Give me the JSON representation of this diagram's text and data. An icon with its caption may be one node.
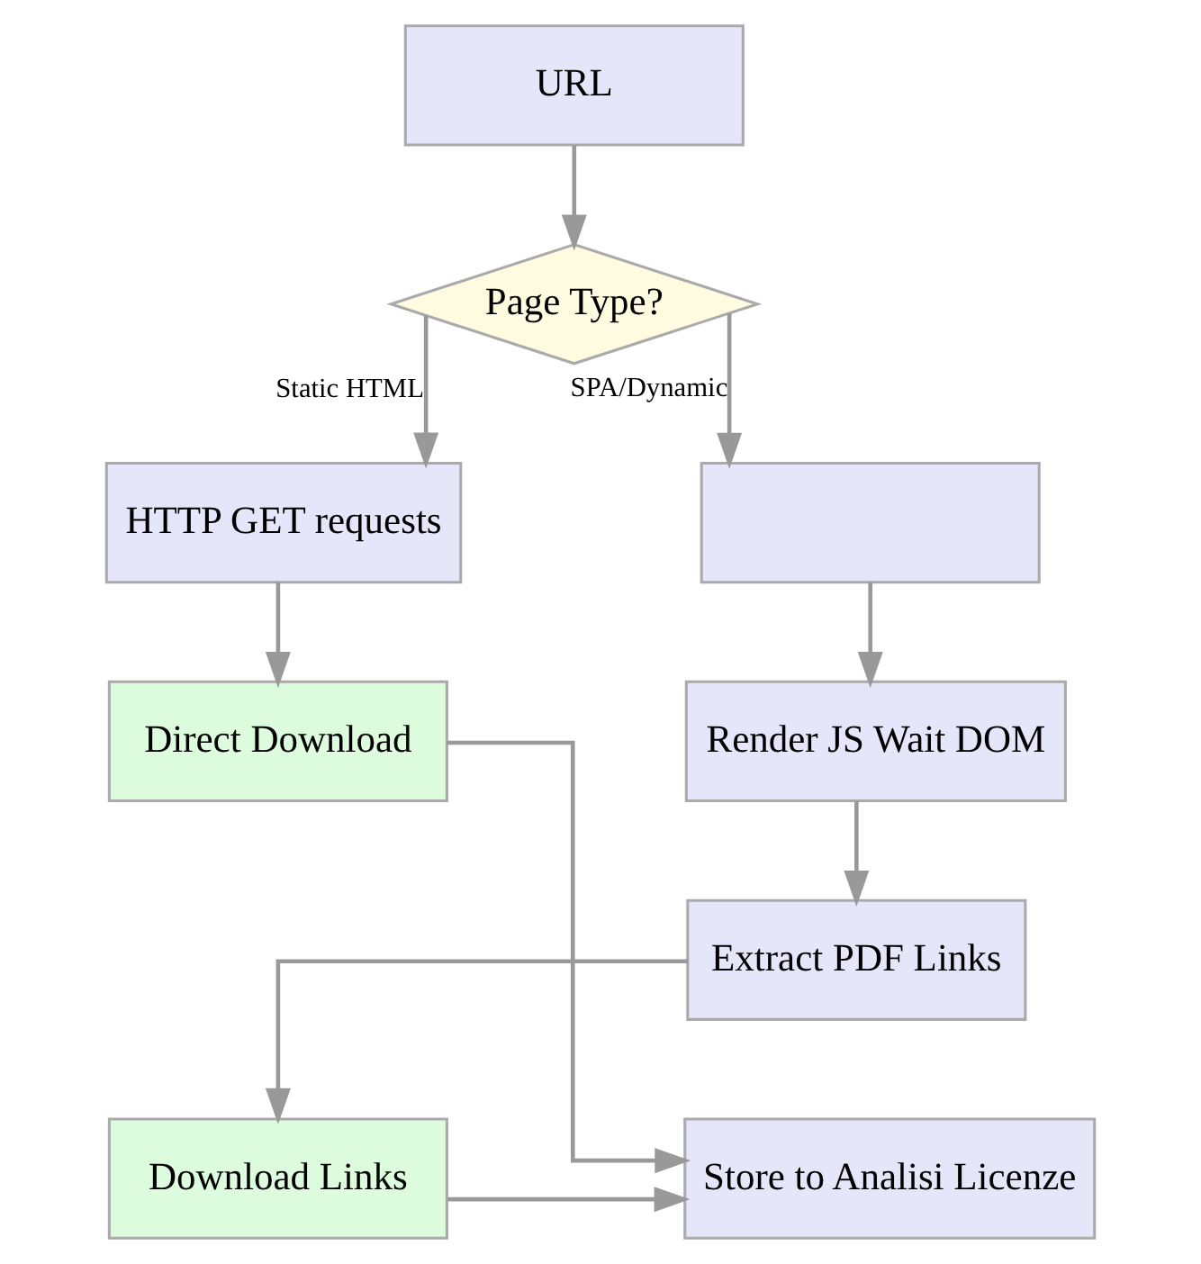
{
  "diagram": {
    "nodes": [
      {
        "text": [
          "URL"
        ]
      },
      {
        "text": [
          "Page Type?"
        ]
      },
      {
        "text": [
          "HTTP GET requests"
        ]
      },
      {
        "text": [],
        "shape": "box"
      },
      {
        "text": [
          "Direct Download"
        ]
      },
      {
        "text": [
          "Render JS Wait DOM"
        ]
      },
      {
        "text": [
          "Extract PDF Links"
        ]
      },
      {
        "text": [
          "Store to Analisi Licenze"
        ]
      },
      {
        "text": [
          "Download Links"
        ]
      }
    ],
    "edges": [
      {
        "from": 0,
        "to": 1,
        "arrow": "to"
      },
      {
        "from": 1,
        "to": 2,
        "arrow": "to",
        "label": "Static HTML"
      },
      {
        "from": 1,
        "to": 3,
        "arrow": "to",
        "label": "SPA/Dynamic"
      },
      {
        "from": 2,
        "to": 4,
        "arrow": "to"
      },
      {
        "from": 3,
        "to": 5,
        "arrow": "to"
      },
      {
        "from": 5,
        "to": 6,
        "arrow": "to"
      },
      {
        "from": 6,
        "to": 8,
        "arrow": "to"
      },
      {
        "from": 4,
        "to": 7,
        "arrow": "to"
      },
      {
        "from": 8,
        "to": 7,
        "arrow": "to"
      }
    ]
  }
}
